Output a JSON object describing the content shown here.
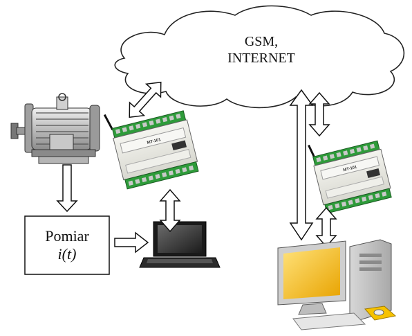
{
  "cloud": {
    "line1": "GSM,",
    "line2": "INTERNET"
  },
  "measurement": {
    "line1": "Pomiar",
    "line2": "i(t)"
  },
  "device_left": {
    "label": "MT-101"
  },
  "device_right": {
    "label": "MT-101"
  },
  "colors": {
    "terminal_green": "#2e9b3a",
    "device_body": "#e9e9e2",
    "monitor_yellow": "#f6c200",
    "screen_dark": "#2a2a2a"
  }
}
